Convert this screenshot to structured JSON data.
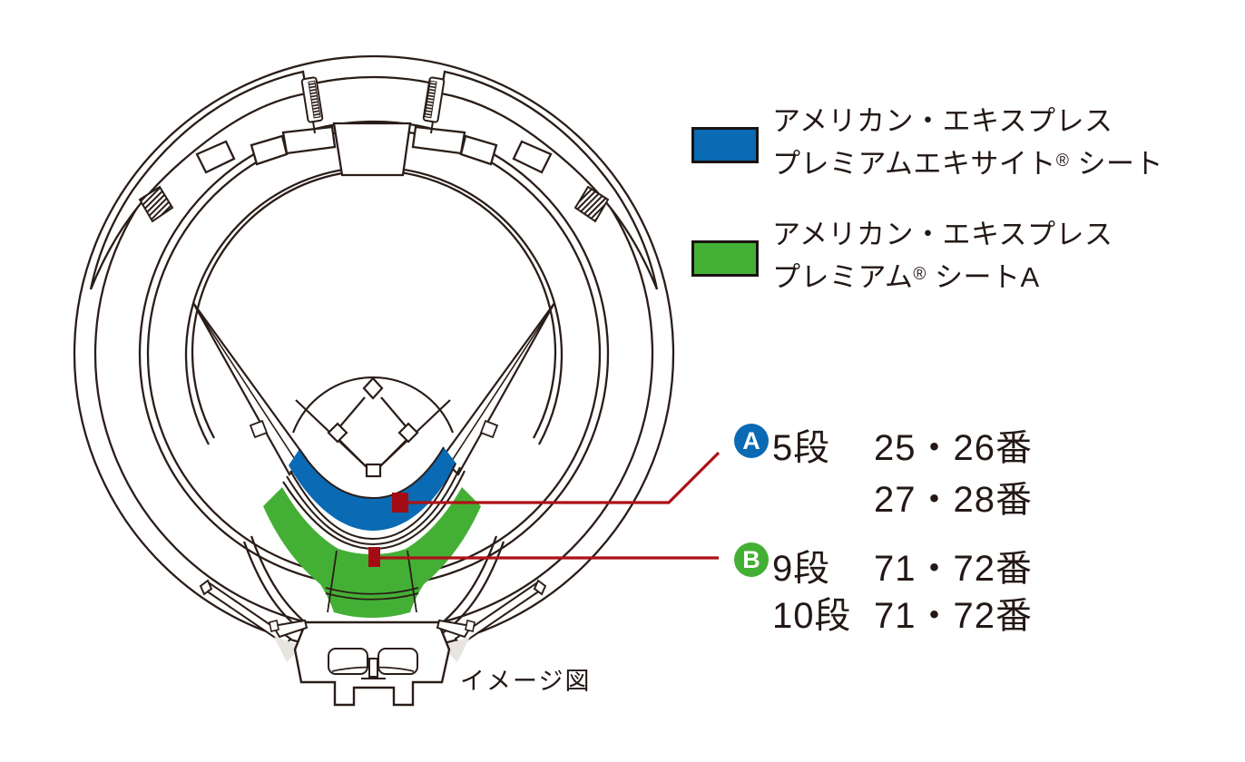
{
  "legend": {
    "items": [
      {
        "id": "premium-excite-seat",
        "swatch_color": "#0A6AB4",
        "line1": "アメリカン・エキスプレス",
        "line2_base": "プレミアムエキサイト",
        "line2_sup": "®",
        "line2_rest": " シート"
      },
      {
        "id": "premium-seat-a",
        "swatch_color": "#44AF35",
        "line1": "アメリカン・エキスプレス",
        "line2_base": "プレミアム",
        "line2_sup": "®",
        "line2_rest": " シートA"
      }
    ]
  },
  "annotations": {
    "a": {
      "badge": "A",
      "badge_color": "#0A6AB4",
      "rows": [
        {
          "dan": "5段",
          "ban": "25・26番"
        },
        {
          "dan": "",
          "ban": "27・28番"
        }
      ]
    },
    "b": {
      "badge": "B",
      "badge_color": "#44AF35",
      "rows": [
        {
          "dan": "9段",
          "ban": "71・72番"
        },
        {
          "dan": "10段",
          "ban": "71・72番"
        }
      ]
    }
  },
  "caption": "イメージ図",
  "colors": {
    "seat_blue": "#0A6AB4",
    "seat_green": "#44AF35",
    "marker_red": "#A30C14",
    "leader_red": "#AE1117",
    "line_art": "#2A1D18"
  }
}
